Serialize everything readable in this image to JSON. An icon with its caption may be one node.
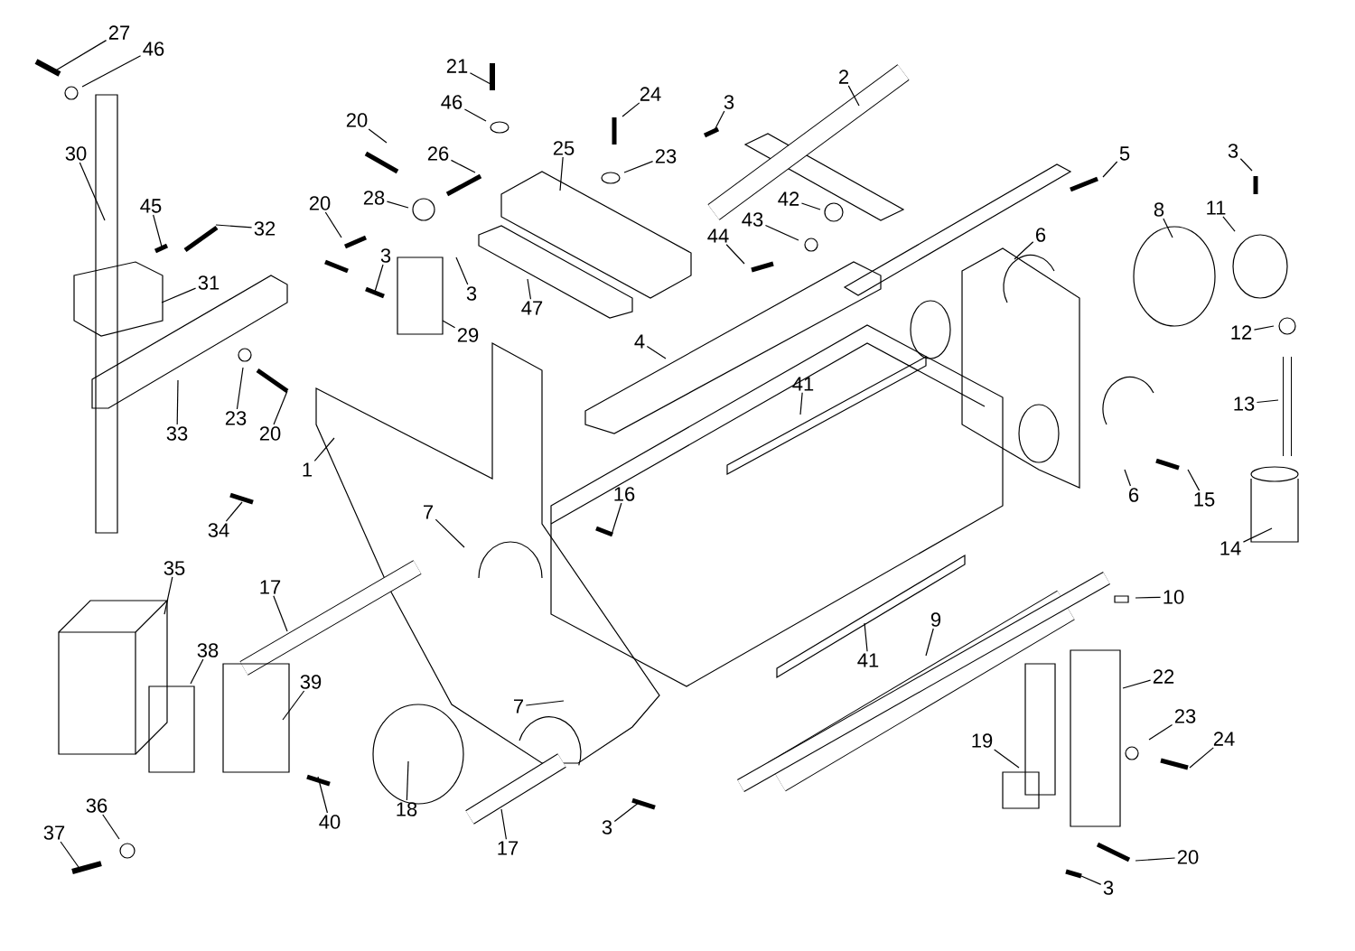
{
  "diagram": {
    "nodes": [
      {
        "text": [
          "27"
        ]
      },
      {
        "text": [
          "46"
        ]
      },
      {
        "text": [
          "30"
        ]
      },
      {
        "text": [
          "45"
        ]
      },
      {
        "text": [
          "32"
        ]
      },
      {
        "text": [
          "31"
        ]
      },
      {
        "text": [
          "33"
        ]
      },
      {
        "text": [
          "23"
        ]
      },
      {
        "text": [
          "20"
        ]
      },
      {
        "text": [
          "20"
        ]
      },
      {
        "text": [
          "20"
        ]
      },
      {
        "text": [
          "21"
        ]
      },
      {
        "text": [
          "46"
        ]
      },
      {
        "text": [
          "26"
        ]
      },
      {
        "text": [
          "25"
        ]
      },
      {
        "text": [
          "24"
        ]
      },
      {
        "text": [
          "23"
        ]
      },
      {
        "text": [
          "28"
        ]
      },
      {
        "text": [
          "3"
        ]
      },
      {
        "text": [
          "3"
        ]
      },
      {
        "text": [
          "29"
        ]
      },
      {
        "text": [
          "47"
        ]
      },
      {
        "text": [
          "4"
        ]
      },
      {
        "text": [
          "2"
        ]
      },
      {
        "text": [
          "3"
        ]
      },
      {
        "text": [
          "42"
        ]
      },
      {
        "text": [
          "43"
        ]
      },
      {
        "text": [
          "44"
        ]
      },
      {
        "text": [
          "5"
        ]
      },
      {
        "text": [
          "6"
        ]
      },
      {
        "text": [
          "8"
        ]
      },
      {
        "text": [
          "11"
        ]
      },
      {
        "text": [
          "3"
        ]
      },
      {
        "text": [
          "12"
        ]
      },
      {
        "text": [
          "13"
        ]
      },
      {
        "text": [
          "41"
        ]
      },
      {
        "text": [
          "1"
        ]
      },
      {
        "text": [
          "34"
        ]
      },
      {
        "text": [
          "16"
        ]
      },
      {
        "text": [
          "7"
        ]
      },
      {
        "text": [
          "6"
        ]
      },
      {
        "text": [
          "15"
        ]
      },
      {
        "text": [
          "14"
        ]
      },
      {
        "text": [
          "35"
        ]
      },
      {
        "text": [
          "17"
        ]
      },
      {
        "text": [
          "10"
        ]
      },
      {
        "text": [
          "9"
        ]
      },
      {
        "text": [
          "41"
        ]
      },
      {
        "text": [
          "38"
        ]
      },
      {
        "text": [
          "39"
        ]
      },
      {
        "text": [
          "22"
        ]
      },
      {
        "text": [
          "7"
        ]
      },
      {
        "text": [
          "23"
        ]
      },
      {
        "text": [
          "24"
        ]
      },
      {
        "text": [
          "19"
        ]
      },
      {
        "text": [
          "18"
        ]
      },
      {
        "text": [
          "40"
        ]
      },
      {
        "text": [
          "36"
        ]
      },
      {
        "text": [
          "37"
        ]
      },
      {
        "text": [
          "3"
        ]
      },
      {
        "text": [
          "17"
        ]
      },
      {
        "text": [
          "20"
        ]
      },
      {
        "text": [
          "3"
        ]
      }
    ],
    "edges": [
      {
        "from": 0,
        "to": null,
        "arrow": "none"
      },
      {
        "from": 1,
        "to": null,
        "arrow": "none"
      },
      {
        "from": 2,
        "to": null,
        "arrow": "none"
      },
      {
        "from": 3,
        "to": null,
        "arrow": "none"
      },
      {
        "from": 4,
        "to": null,
        "arrow": "none"
      },
      {
        "from": 5,
        "to": null,
        "arrow": "none"
      },
      {
        "from": 6,
        "to": null,
        "arrow": "none"
      },
      {
        "from": 7,
        "to": null,
        "arrow": "none"
      },
      {
        "from": 8,
        "to": null,
        "arrow": "none"
      },
      {
        "from": 9,
        "to": null,
        "arrow": "none"
      },
      {
        "from": 10,
        "to": null,
        "arrow": "none"
      },
      {
        "from": 11,
        "to": null,
        "arrow": "none"
      },
      {
        "from": 12,
        "to": null,
        "arrow": "none"
      },
      {
        "from": 13,
        "to": null,
        "arrow": "none"
      },
      {
        "from": 14,
        "to": null,
        "arrow": "none"
      },
      {
        "from": 15,
        "to": null,
        "arrow": "none"
      },
      {
        "from": 16,
        "to": null,
        "arrow": "none"
      },
      {
        "from": 17,
        "to": null,
        "arrow": "none"
      },
      {
        "from": 18,
        "to": null,
        "arrow": "none"
      },
      {
        "from": 19,
        "to": null,
        "arrow": "none"
      },
      {
        "from": 20,
        "to": null,
        "arrow": "none"
      },
      {
        "from": 21,
        "to": null,
        "arrow": "none"
      },
      {
        "from": 22,
        "to": null,
        "arrow": "none"
      },
      {
        "from": 23,
        "to": null,
        "arrow": "none"
      },
      {
        "from": 24,
        "to": null,
        "arrow": "none"
      },
      {
        "from": 25,
        "to": null,
        "arrow": "none"
      },
      {
        "from": 26,
        "to": null,
        "arrow": "none"
      },
      {
        "from": 27,
        "to": null,
        "arrow": "none"
      },
      {
        "from": 28,
        "to": null,
        "arrow": "none"
      },
      {
        "from": 29,
        "to": null,
        "arrow": "none"
      },
      {
        "from": 30,
        "to": null,
        "arrow": "none"
      },
      {
        "from": 31,
        "to": null,
        "arrow": "none"
      },
      {
        "from": 32,
        "to": null,
        "arrow": "none"
      },
      {
        "from": 33,
        "to": null,
        "arrow": "none"
      },
      {
        "from": 34,
        "to": null,
        "arrow": "none"
      },
      {
        "from": 35,
        "to": null,
        "arrow": "none"
      },
      {
        "from": 36,
        "to": null,
        "arrow": "none"
      },
      {
        "from": 37,
        "to": null,
        "arrow": "none"
      },
      {
        "from": 38,
        "to": null,
        "arrow": "none"
      },
      {
        "from": 39,
        "to": null,
        "arrow": "none"
      },
      {
        "from": 40,
        "to": null,
        "arrow": "none"
      },
      {
        "from": 41,
        "to": null,
        "arrow": "none"
      },
      {
        "from": 42,
        "to": null,
        "arrow": "none"
      },
      {
        "from": 43,
        "to": null,
        "arrow": "none"
      },
      {
        "from": 44,
        "to": null,
        "arrow": "none"
      },
      {
        "from": 45,
        "to": null,
        "arrow": "none"
      },
      {
        "from": 46,
        "to": null,
        "arrow": "none"
      },
      {
        "from": 47,
        "to": null,
        "arrow": "none"
      },
      {
        "from": 48,
        "to": null,
        "arrow": "none"
      },
      {
        "from": 49,
        "to": null,
        "arrow": "none"
      },
      {
        "from": 50,
        "to": null,
        "arrow": "none"
      },
      {
        "from": 51,
        "to": null,
        "arrow": "none"
      },
      {
        "from": 52,
        "to": null,
        "arrow": "none"
      },
      {
        "from": 53,
        "to": null,
        "arrow": "none"
      },
      {
        "from": 54,
        "to": null,
        "arrow": "none"
      },
      {
        "from": 55,
        "to": null,
        "arrow": "none"
      },
      {
        "from": 56,
        "to": null,
        "arrow": "none"
      },
      {
        "from": 57,
        "to": null,
        "arrow": "none"
      },
      {
        "from": 58,
        "to": null,
        "arrow": "none"
      },
      {
        "from": 59,
        "to": null,
        "arrow": "none"
      },
      {
        "from": 60,
        "to": null,
        "arrow": "none"
      },
      {
        "from": 61,
        "to": null,
        "arrow": "none"
      },
      {
        "from": 62,
        "to": null,
        "arrow": "none"
      }
    ]
  }
}
